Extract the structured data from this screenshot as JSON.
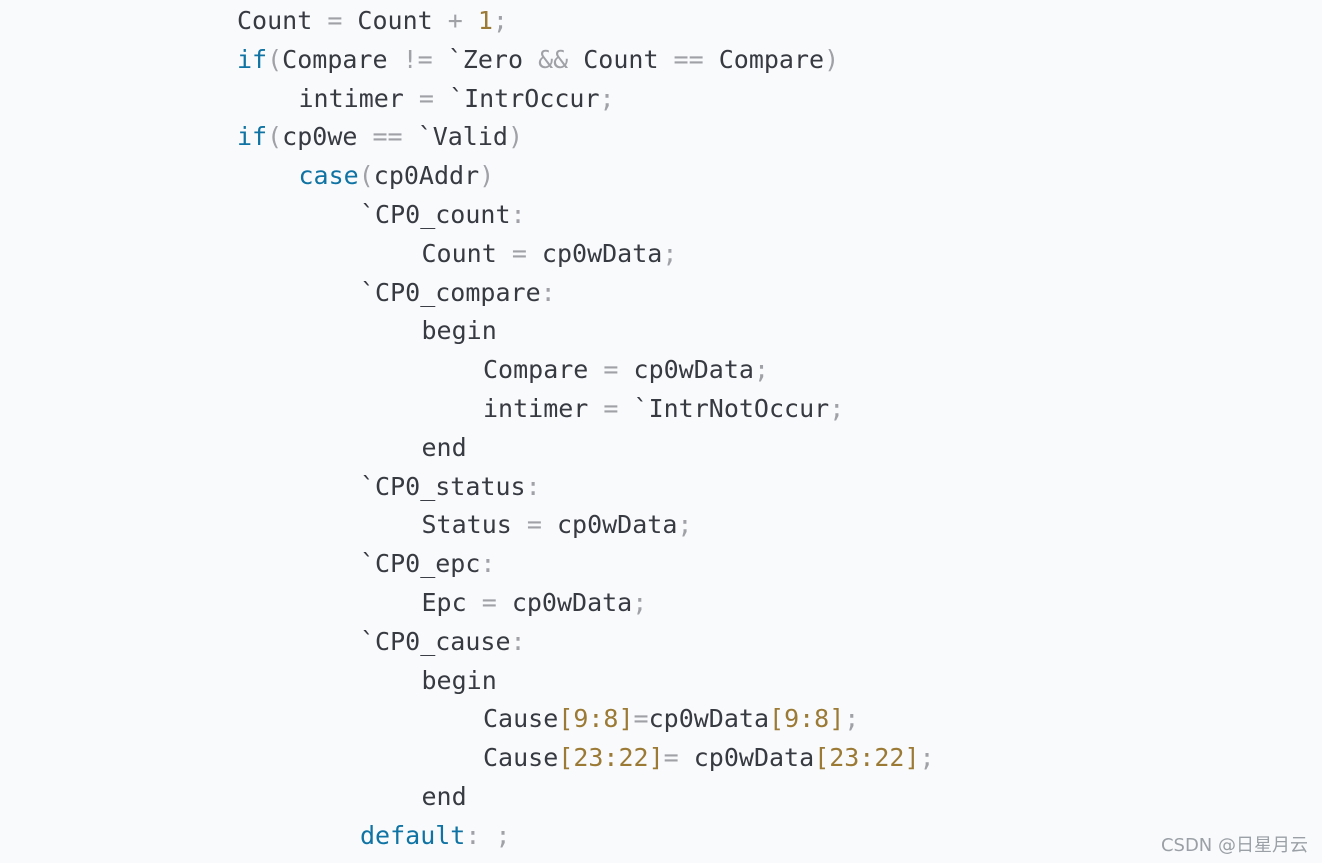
{
  "colors": {
    "background": "#f9fafc",
    "identifier": "#383a42",
    "keyword": "#0f73a3",
    "operator": "#a0a1a7",
    "number": "#9b7a35",
    "watermark": "#9aa0a6"
  },
  "code_lines": [
    {
      "indent": 0,
      "tokens": [
        [
          "id",
          "Count"
        ],
        [
          "op",
          " = "
        ],
        [
          "id",
          "Count"
        ],
        [
          "op",
          " + "
        ],
        [
          "num",
          "1"
        ],
        [
          "op",
          ";"
        ]
      ]
    },
    {
      "indent": 0,
      "tokens": [
        [
          "kw",
          "if"
        ],
        [
          "op",
          "("
        ],
        [
          "id",
          "Compare"
        ],
        [
          "op",
          " != "
        ],
        [
          "id",
          "`Zero"
        ],
        [
          "op",
          " && "
        ],
        [
          "id",
          "Count"
        ],
        [
          "op",
          " == "
        ],
        [
          "id",
          "Compare"
        ],
        [
          "op",
          ")"
        ]
      ]
    },
    {
      "indent": 1,
      "tokens": [
        [
          "id",
          "intimer"
        ],
        [
          "op",
          " = "
        ],
        [
          "id",
          "`IntrOccur"
        ],
        [
          "op",
          ";"
        ]
      ]
    },
    {
      "indent": 0,
      "tokens": [
        [
          "kw",
          "if"
        ],
        [
          "op",
          "("
        ],
        [
          "id",
          "cp0we"
        ],
        [
          "op",
          " == "
        ],
        [
          "id",
          "`Valid"
        ],
        [
          "op",
          ")"
        ]
      ]
    },
    {
      "indent": 1,
      "tokens": [
        [
          "kw",
          "case"
        ],
        [
          "op",
          "("
        ],
        [
          "id",
          "cp0Addr"
        ],
        [
          "op",
          ")"
        ]
      ]
    },
    {
      "indent": 2,
      "tokens": [
        [
          "id",
          "`CP0_count"
        ],
        [
          "op",
          ":"
        ]
      ]
    },
    {
      "indent": 3,
      "tokens": [
        [
          "id",
          "Count"
        ],
        [
          "op",
          " = "
        ],
        [
          "id",
          "cp0wData"
        ],
        [
          "op",
          ";"
        ]
      ]
    },
    {
      "indent": 2,
      "tokens": [
        [
          "id",
          "`CP0_compare"
        ],
        [
          "op",
          ":"
        ]
      ]
    },
    {
      "indent": 3,
      "tokens": [
        [
          "id",
          "begin"
        ]
      ]
    },
    {
      "indent": 4,
      "tokens": [
        [
          "id",
          "Compare"
        ],
        [
          "op",
          " = "
        ],
        [
          "id",
          "cp0wData"
        ],
        [
          "op",
          ";"
        ]
      ]
    },
    {
      "indent": 4,
      "tokens": [
        [
          "id",
          "intimer"
        ],
        [
          "op",
          " = "
        ],
        [
          "id",
          "`IntrNotOccur"
        ],
        [
          "op",
          ";"
        ]
      ]
    },
    {
      "indent": 3,
      "tokens": [
        [
          "id",
          "end"
        ]
      ]
    },
    {
      "indent": 2,
      "tokens": [
        [
          "id",
          "`CP0_status"
        ],
        [
          "op",
          ":"
        ]
      ]
    },
    {
      "indent": 3,
      "tokens": [
        [
          "id",
          "Status"
        ],
        [
          "op",
          " = "
        ],
        [
          "id",
          "cp0wData"
        ],
        [
          "op",
          ";"
        ]
      ]
    },
    {
      "indent": 2,
      "tokens": [
        [
          "id",
          "`CP0_epc"
        ],
        [
          "op",
          ":"
        ]
      ]
    },
    {
      "indent": 3,
      "tokens": [
        [
          "id",
          "Epc"
        ],
        [
          "op",
          " = "
        ],
        [
          "id",
          "cp0wData"
        ],
        [
          "op",
          ";"
        ]
      ]
    },
    {
      "indent": 2,
      "tokens": [
        [
          "id",
          "`CP0_cause"
        ],
        [
          "op",
          ":"
        ]
      ]
    },
    {
      "indent": 3,
      "tokens": [
        [
          "id",
          "begin"
        ]
      ]
    },
    {
      "indent": 4,
      "tokens": [
        [
          "id",
          "Cause"
        ],
        [
          "num",
          "[9:8]"
        ],
        [
          "op",
          "="
        ],
        [
          "id",
          "cp0wData"
        ],
        [
          "num",
          "[9:8]"
        ],
        [
          "op",
          ";"
        ]
      ]
    },
    {
      "indent": 4,
      "tokens": [
        [
          "id",
          "Cause"
        ],
        [
          "num",
          "[23:22]"
        ],
        [
          "op",
          "= "
        ],
        [
          "id",
          "cp0wData"
        ],
        [
          "num",
          "[23:22]"
        ],
        [
          "op",
          ";"
        ]
      ]
    },
    {
      "indent": 3,
      "tokens": [
        [
          "id",
          "end"
        ]
      ]
    },
    {
      "indent": 2,
      "tokens": [
        [
          "kw",
          "default"
        ],
        [
          "op",
          ": ;"
        ]
      ]
    }
  ],
  "watermark": "CSDN @日星月云"
}
